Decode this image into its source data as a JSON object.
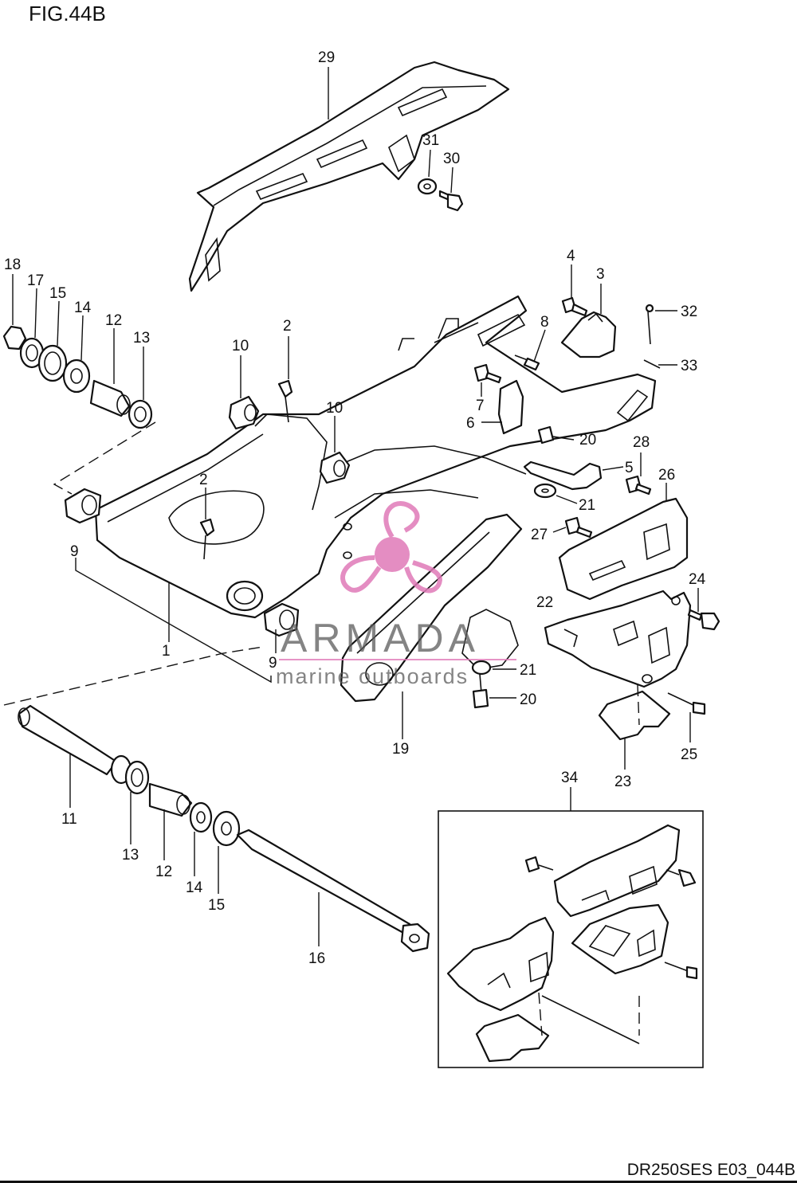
{
  "figure": {
    "title": "FIG.44B",
    "diagram_code": "DR250SES E03_044B"
  },
  "watermark": {
    "brand": "ARMADA",
    "tagline": "marine outboards",
    "colors": {
      "logo": "#e07ab8",
      "text": "#5b5b5b"
    }
  },
  "callouts": [
    {
      "id": "c29",
      "label": "29"
    },
    {
      "id": "c31",
      "label": "31"
    },
    {
      "id": "c30",
      "label": "30"
    },
    {
      "id": "c18",
      "label": "18"
    },
    {
      "id": "c17",
      "label": "17"
    },
    {
      "id": "c15a",
      "label": "15"
    },
    {
      "id": "c14a",
      "label": "14"
    },
    {
      "id": "c12a",
      "label": "12"
    },
    {
      "id": "c13a",
      "label": "13"
    },
    {
      "id": "c10a",
      "label": "10"
    },
    {
      "id": "c2a",
      "label": "2"
    },
    {
      "id": "c10b",
      "label": "10"
    },
    {
      "id": "c2b",
      "label": "2"
    },
    {
      "id": "c9a",
      "label": "9"
    },
    {
      "id": "c1",
      "label": "1"
    },
    {
      "id": "c9b",
      "label": "9"
    },
    {
      "id": "c4",
      "label": "4"
    },
    {
      "id": "c3",
      "label": "3"
    },
    {
      "id": "c32",
      "label": "32"
    },
    {
      "id": "c8",
      "label": "8"
    },
    {
      "id": "c33",
      "label": "33"
    },
    {
      "id": "c7",
      "label": "7"
    },
    {
      "id": "c6",
      "label": "6"
    },
    {
      "id": "c20a",
      "label": "20"
    },
    {
      "id": "c28",
      "label": "28"
    },
    {
      "id": "c5",
      "label": "5"
    },
    {
      "id": "c26",
      "label": "26"
    },
    {
      "id": "c21a",
      "label": "21"
    },
    {
      "id": "c27",
      "label": "27"
    },
    {
      "id": "c24",
      "label": "24"
    },
    {
      "id": "c22",
      "label": "22"
    },
    {
      "id": "c21b",
      "label": "21"
    },
    {
      "id": "c20b",
      "label": "20"
    },
    {
      "id": "c19",
      "label": "19"
    },
    {
      "id": "c25",
      "label": "25"
    },
    {
      "id": "c23",
      "label": "23"
    },
    {
      "id": "c34",
      "label": "34"
    },
    {
      "id": "c11",
      "label": "11"
    },
    {
      "id": "c13b",
      "label": "13"
    },
    {
      "id": "c12b",
      "label": "12"
    },
    {
      "id": "c14b",
      "label": "14"
    },
    {
      "id": "c15b",
      "label": "15"
    },
    {
      "id": "c16",
      "label": "16"
    }
  ]
}
